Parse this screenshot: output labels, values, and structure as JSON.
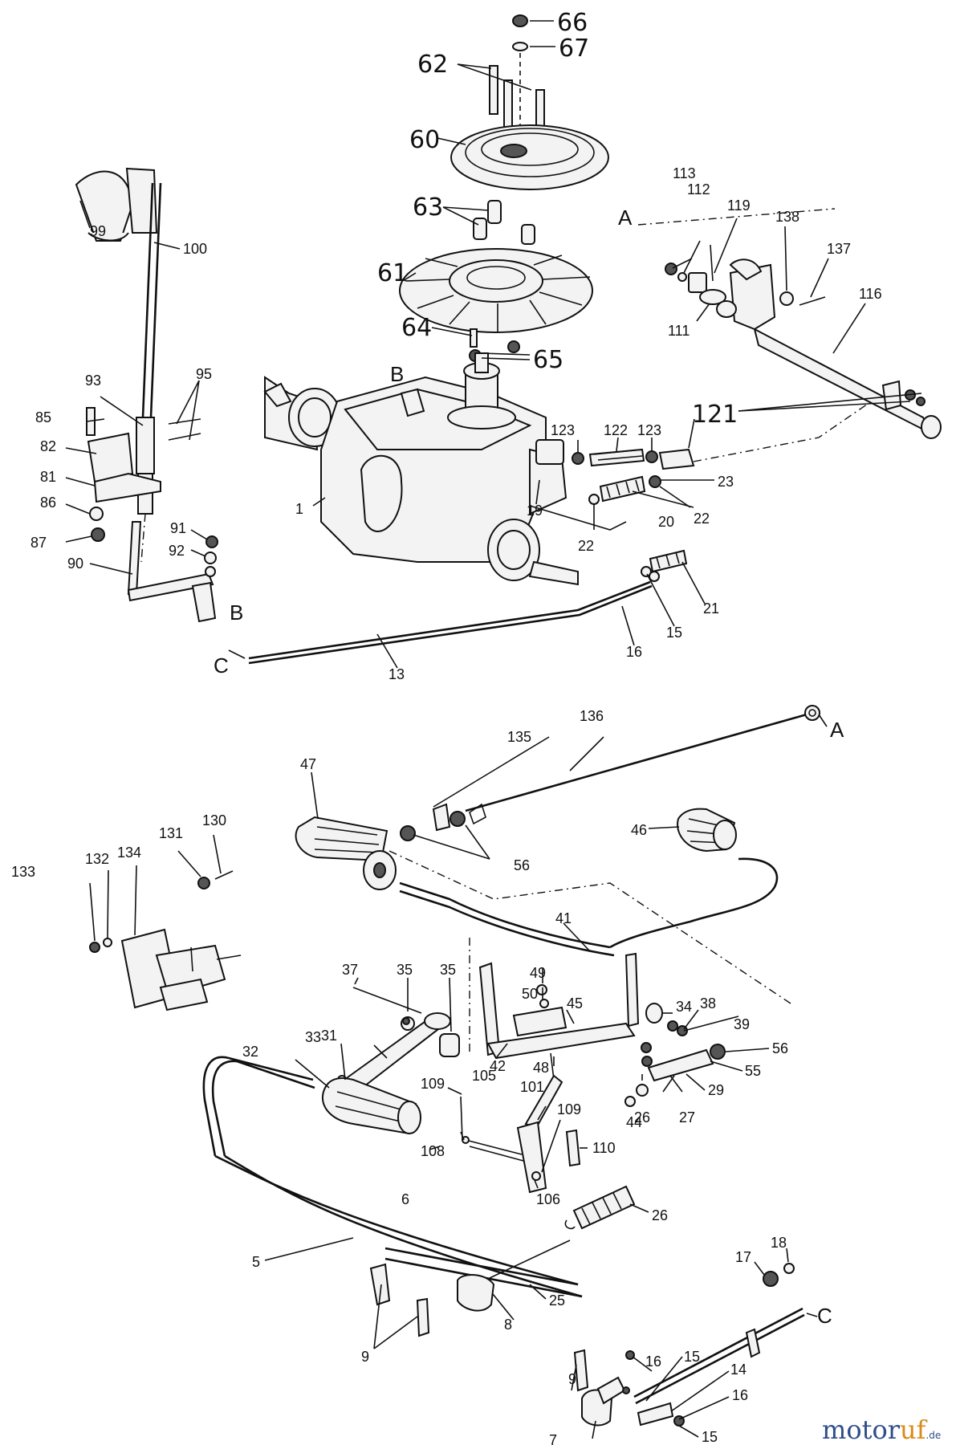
{
  "labels": {
    "p1": "1",
    "p5": "5",
    "p6": "6",
    "p7": "7",
    "p8": "8",
    "p9a": "9",
    "p9b": "9",
    "p13": "13",
    "p14": "14",
    "p15a": "15",
    "p15b": "15",
    "p15c": "15",
    "p16a": "16",
    "p16b": "16",
    "p16c": "16",
    "p17": "17",
    "p18": "18",
    "p19": "19",
    "p20": "20",
    "p21": "21",
    "p22a": "22",
    "p22b": "22",
    "p23": "23",
    "p25": "25",
    "p26a": "26",
    "p26b": "26",
    "p27": "27",
    "p29": "29",
    "p31": "31",
    "p32": "32",
    "p33": "33",
    "p34": "34",
    "p35a": "35",
    "p35b": "35",
    "p37": "37",
    "p38": "38",
    "p39": "39",
    "p41": "41",
    "p42": "42",
    "p44": "44",
    "p45": "45",
    "p46": "46",
    "p47": "47",
    "p48": "48",
    "p49": "49",
    "p50": "50",
    "p55": "55",
    "p56a": "56",
    "p56b": "56",
    "p60": "60",
    "p61": "61",
    "p62": "62",
    "p63": "63",
    "p64": "64",
    "p65": "65",
    "p66": "66",
    "p67": "67",
    "p81": "81",
    "p82": "82",
    "p85": "85",
    "p86": "86",
    "p87": "87",
    "p90": "90",
    "p91": "91",
    "p92": "92",
    "p93": "93",
    "p95": "95",
    "p99": "99",
    "p100": "100",
    "p101": "101",
    "p105": "105",
    "p106": "106",
    "p108": "108",
    "p109a": "109",
    "p109b": "109",
    "p110": "110",
    "p111": "111",
    "p112": "112",
    "p113": "113",
    "p116": "116",
    "p119": "119",
    "p121": "121",
    "p122": "122",
    "p123a": "123",
    "p123b": "123",
    "p130": "130",
    "p131": "131",
    "p132": "132",
    "p133": "133",
    "p134": "134",
    "p135": "135",
    "p136": "136",
    "p137": "137",
    "p138": "138"
  },
  "refs": {
    "a_top": "A",
    "a_mid": "A",
    "b_top": "B",
    "b_left": "B",
    "c_left": "C",
    "c_right": "C"
  },
  "watermark": {
    "part_a": "motor",
    "part_b": "uf",
    "suffix": ".de",
    "color_primary": "#2f4d8a",
    "color_accent": "#d98a1b"
  }
}
